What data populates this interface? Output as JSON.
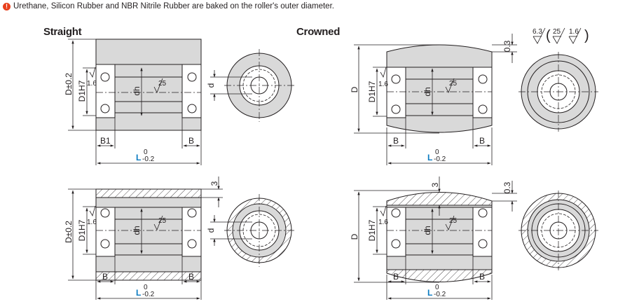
{
  "note": "Urethane, Silicon Rubber and NBR Nitrile Rubber  are baked on the roller's outer diameter.",
  "headings": {
    "straight": "Straight",
    "crowned": "Crowned"
  },
  "surface_finish": {
    "general": "6.3",
    "bore": "25",
    "fit": "1.6"
  },
  "labels": {
    "D_tol": "D±0.2",
    "D": "D",
    "D1": "D1H7",
    "dh": "dh",
    "d": "d",
    "B": "B",
    "B1": "B1",
    "L": "L",
    "L_tol_upper": "0",
    "L_tol_lower": "-0.2",
    "thickness": "3",
    "crown": "0.3",
    "rough_16": "1.6",
    "rough_25": "25"
  },
  "colors": {
    "accent": "#0a7bc1",
    "warning": "#e8401c",
    "body_fill": "#d9d9d9"
  }
}
